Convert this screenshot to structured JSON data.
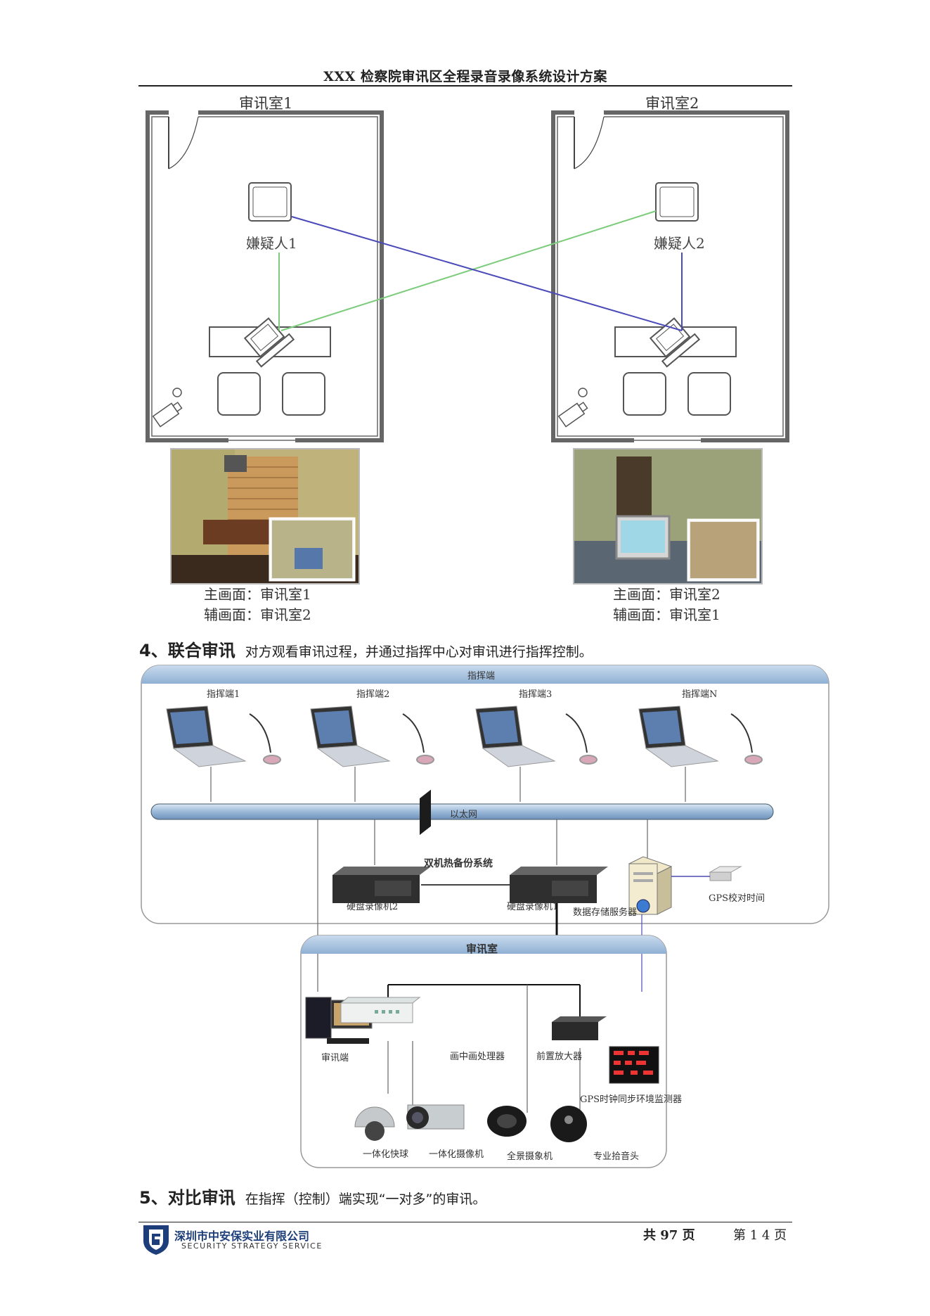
{
  "header": {
    "title": "XXX 检察院审讯区全程录音录像系统设计方案"
  },
  "floorplan": {
    "room1": {
      "title": "审讯室1",
      "suspect": "嫌疑人1"
    },
    "room2": {
      "title": "审讯室2",
      "suspect": "嫌疑人2"
    }
  },
  "photos": {
    "left": {
      "main": "主画面：审讯室1",
      "aux": "辅画面：审讯室2"
    },
    "right": {
      "main": "主画面：审讯室2",
      "aux": "辅画面：审讯室1"
    }
  },
  "section4": {
    "number": "4、",
    "title": "联合审讯",
    "desc": "对方观看审讯过程，并通过指挥中心对审讯进行指挥控制。"
  },
  "network": {
    "command_band": "指挥端",
    "terminals": [
      "指挥端1",
      "指挥端2",
      "指挥端3",
      "指挥端N"
    ],
    "ethernet": "以太网",
    "hot_backup": "双机热备份系统",
    "dvr2": "硬盘录像机2",
    "dvr1": "硬盘录像机1",
    "storage": "数据存储服务器",
    "gps": "GPS校对时间",
    "room_band": "审讯室",
    "room_terminal": "审讯端",
    "pip_processor": "画中画处理器",
    "preamp": "前置放大器",
    "gps_env": "GPS时钟同步环境监测器",
    "cameras": [
      "一体化快球",
      "一体化摄像机",
      "全景摄象机",
      "专业拾音头"
    ]
  },
  "section5": {
    "number": "5、",
    "title": "对比审讯",
    "desc": "在指挥（控制）端实现“一对多”的审讯。"
  },
  "footer": {
    "company": "深圳市中安保实业有限公司",
    "company_en": "SECURITY STRATEGY SERVICE",
    "total_pages": "共 97 页",
    "page": "第 1 4 页"
  },
  "colors": {
    "blue_line": "#4a4ab8",
    "green_line": "#7ccc7c",
    "band": "#a9c4e0",
    "logo": "#1d3e7a"
  }
}
